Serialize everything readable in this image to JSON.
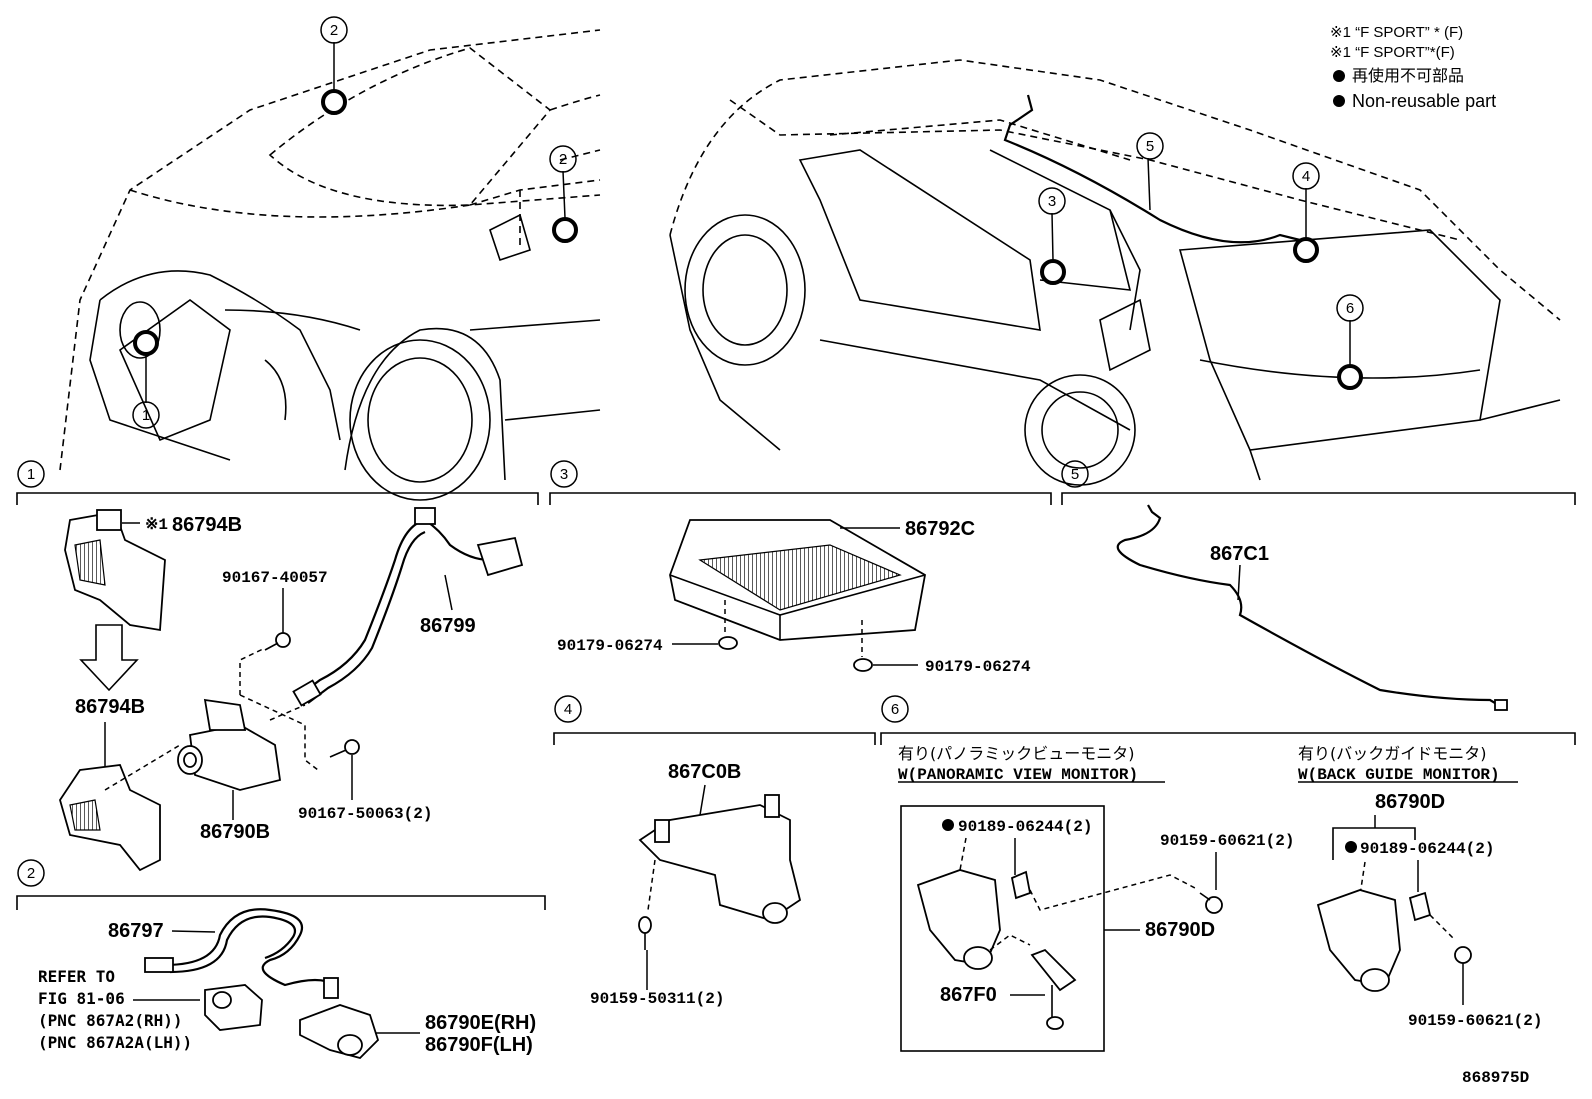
{
  "legend": {
    "note1": "※1 “F SPORT” * (F)",
    "note2": "※1 “F SPORT”*(F)",
    "nonreusable_jp": "再使用不可部品",
    "nonreusable_en": "Non-reusable part"
  },
  "callout_numbers": [
    "1",
    "2",
    "3",
    "4",
    "5",
    "6"
  ],
  "sections": {
    "s1": {
      "number": "1",
      "note_prefix": "※1",
      "p86794B_top": "86794B",
      "p86794B": "86794B",
      "p90167_40057": "90167-40057",
      "p86799": "86799",
      "p86790B": "86790B",
      "p90167_50063": "90167-50063(2)"
    },
    "s2": {
      "number": "2",
      "p86797": "86797",
      "refer1": "REFER TO",
      "refer2": "FIG 81-06",
      "refer3": "(PNC 867A2(RH))",
      "refer4": "(PNC 867A2A(LH))",
      "p86790E": "86790E(RH)",
      "p86790F": "86790F(LH)"
    },
    "s3": {
      "number": "3",
      "p86792C": "86792C",
      "p90179_a": "90179-06274",
      "p90179_b": "90179-06274"
    },
    "s4": {
      "number": "4",
      "p867C0B": "867C0B",
      "p90159_50311": "90159-50311(2)"
    },
    "s5": {
      "number": "5",
      "p867C1": "867C1"
    },
    "s6": {
      "number": "6",
      "pv_jp": "有り(パノラミックビューモニタ)",
      "pv_en": "W(PANORAMIC VIEW MONITOR)",
      "bg_jp": "有り(バックガイドモニタ)",
      "bg_en": "W(BACK GUIDE MONITOR)",
      "pv_90189": "90189-06244(2)",
      "pv_90159": "90159-60621(2)",
      "pv_86790D": "86790D",
      "pv_867F0": "867F0",
      "bg_86790D": "86790D",
      "bg_90189": "90189-06244(2)",
      "bg_90159": "90159-60621(2)"
    }
  },
  "figure_id": "868975D"
}
